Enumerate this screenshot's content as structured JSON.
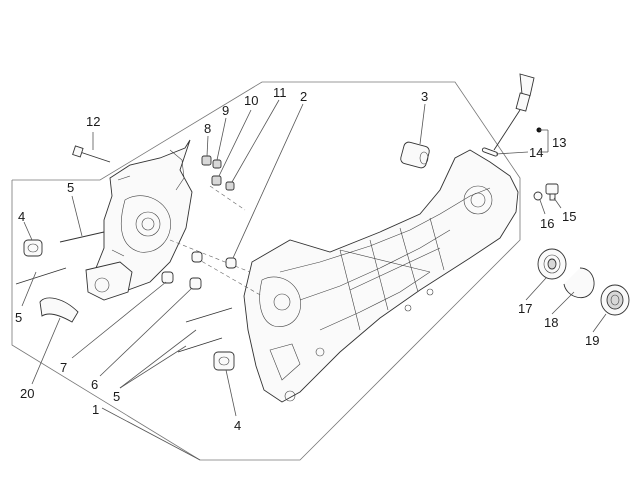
{
  "callouts": [
    {
      "id": "12",
      "label": "12"
    },
    {
      "id": "9",
      "label": "9"
    },
    {
      "id": "10",
      "label": "10"
    },
    {
      "id": "11",
      "label": "11"
    },
    {
      "id": "2",
      "label": "2"
    },
    {
      "id": "8",
      "label": "8"
    },
    {
      "id": "3",
      "label": "3"
    },
    {
      "id": "13",
      "label": "13"
    },
    {
      "id": "14",
      "label": "14"
    },
    {
      "id": "5a",
      "label": "5"
    },
    {
      "id": "4a",
      "label": "4"
    },
    {
      "id": "16",
      "label": "16"
    },
    {
      "id": "15",
      "label": "15"
    },
    {
      "id": "5b",
      "label": "5"
    },
    {
      "id": "17",
      "label": "17"
    },
    {
      "id": "18",
      "label": "18"
    },
    {
      "id": "19",
      "label": "19"
    },
    {
      "id": "7",
      "label": "7"
    },
    {
      "id": "6",
      "label": "6"
    },
    {
      "id": "20",
      "label": "20"
    },
    {
      "id": "5c",
      "label": "5"
    },
    {
      "id": "1",
      "label": "1"
    },
    {
      "id": "4b",
      "label": "4"
    }
  ]
}
